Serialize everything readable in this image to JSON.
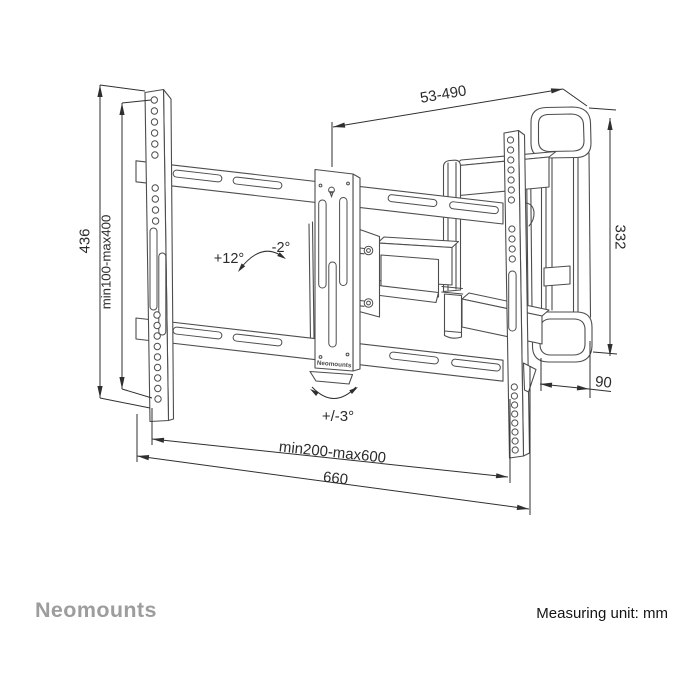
{
  "diagram": {
    "type": "tv-wall-mount-dimension-drawing",
    "plate": {
      "label": "Neomounts"
    },
    "dimensions": {
      "rail_height": "436",
      "vesa_vertical": "min100-max400",
      "depth_range": "53-490",
      "wall_bracket_height": "332",
      "wall_bracket_depth": "90",
      "vesa_horizontal": "min200-max600",
      "crossbar_length": "660"
    },
    "angles": {
      "tilt_up": "+12°",
      "tilt_down": "-2°",
      "swivel_level": "+/-3°"
    }
  },
  "footer": {
    "brand": "Neomounts",
    "note": "Measuring unit: mm"
  },
  "colors": {
    "line": "#4d4d4d",
    "dimension": "#2f2f2f",
    "brand_gray": "#9d9d9d",
    "background": "#ffffff"
  }
}
